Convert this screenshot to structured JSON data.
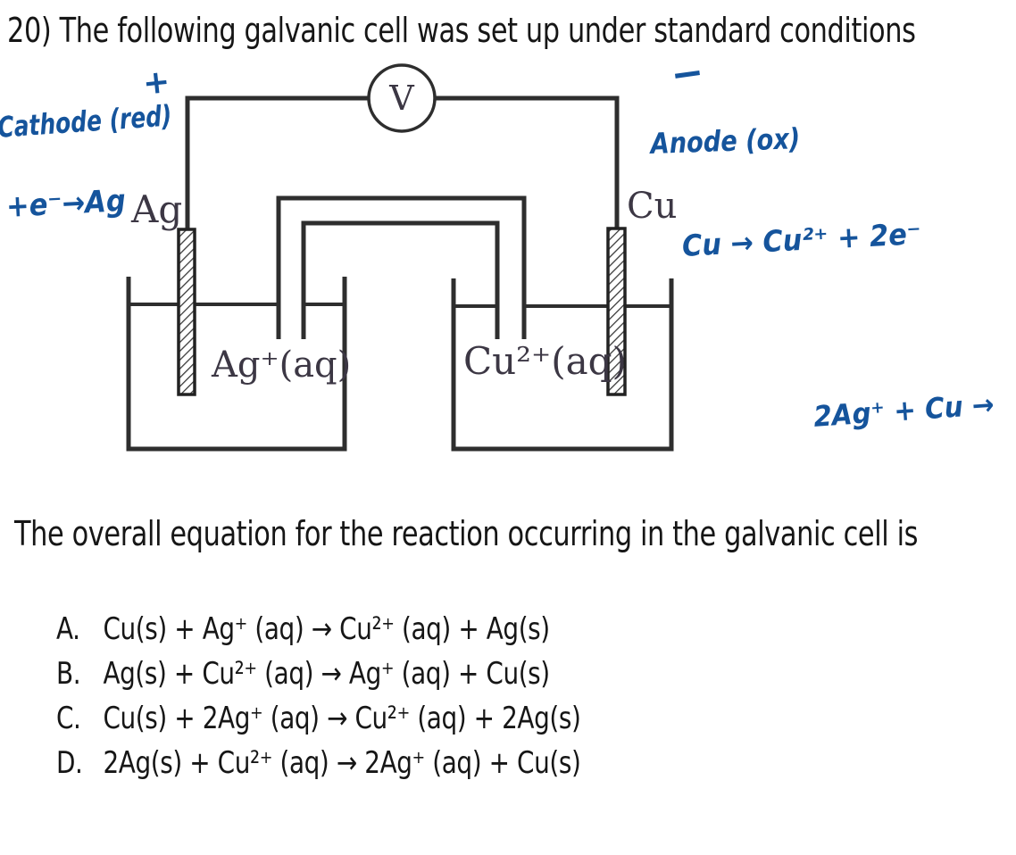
{
  "colors": {
    "ink_blue": "#15549c",
    "diagram_line": "#2e2e2e",
    "print_label": "#3c3744",
    "body_text": "#161616"
  },
  "title": "20) The following galvanic cell was set up under standard conditions",
  "diagram": {
    "voltmeter_label": "V",
    "left_electrode_label": "Ag",
    "right_electrode_label": "Cu",
    "left_solution_label": "Ag⁺(aq)",
    "right_solution_label": "Cu²⁺(aq)"
  },
  "annotations": {
    "plus_sign": "+",
    "minus_sign": "−",
    "cathode_label": "Cathode (red)",
    "cathode_half_reaction": "+e⁻→Ag",
    "anode_label": "Anode (ox)",
    "anode_half_reaction": "Cu → Cu²⁺ + 2e⁻",
    "overall_reaction_start": "2Ag⁺ + Cu →"
  },
  "question": "The overall equation for the reaction occurring in the galvanic cell is",
  "options": [
    {
      "letter": "A.",
      "equation": "Cu(s) + Ag⁺ (aq) → Cu²⁺ (aq) + Ag(s)"
    },
    {
      "letter": "B.",
      "equation": "Ag(s) + Cu²⁺ (aq) → Ag⁺ (aq) + Cu(s)"
    },
    {
      "letter": "C.",
      "equation": "Cu(s) + 2Ag⁺ (aq) → Cu²⁺ (aq) + 2Ag(s)"
    },
    {
      "letter": "D.",
      "equation": "2Ag(s) + Cu²⁺ (aq) → 2Ag⁺ (aq) + Cu(s)"
    }
  ]
}
